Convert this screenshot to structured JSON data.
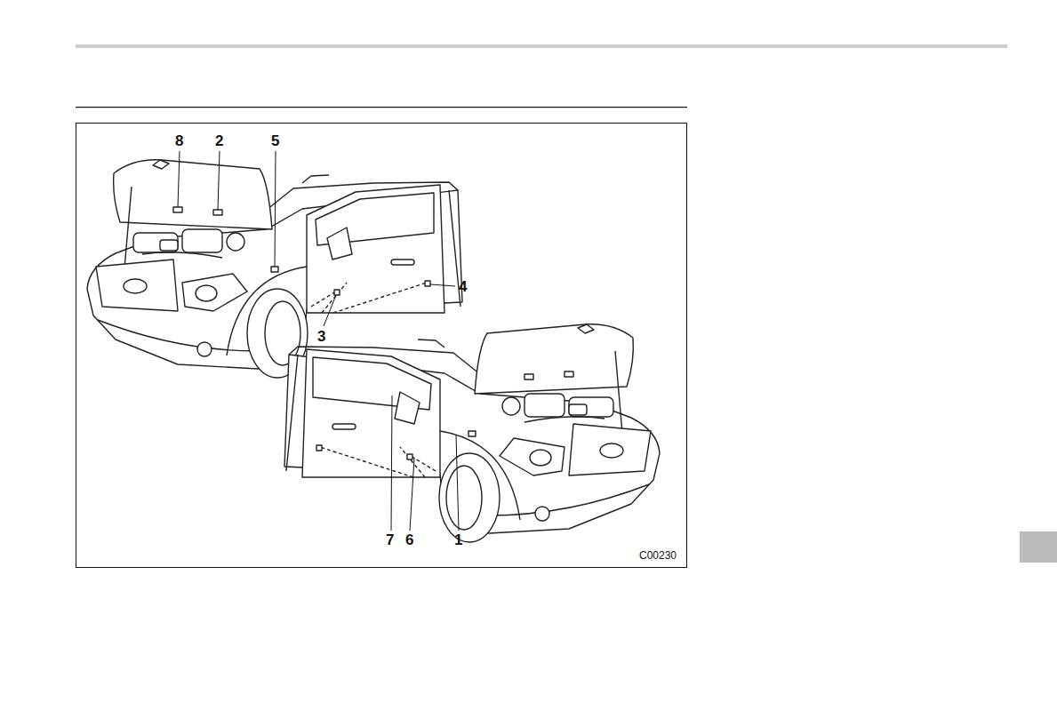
{
  "diagram": {
    "labels": [
      "8",
      "2",
      "5",
      "4",
      "3",
      "7",
      "6",
      "1",
      "C00230"
    ]
  }
}
